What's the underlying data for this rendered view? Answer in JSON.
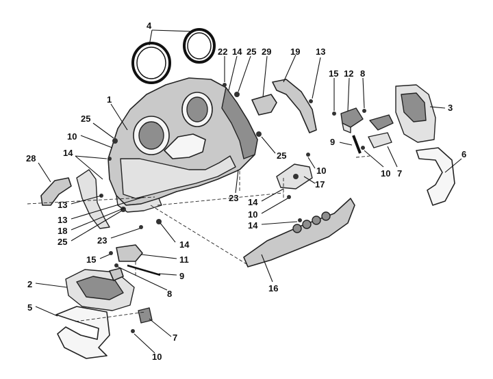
{
  "callouts": [
    {
      "id": "c4",
      "text": "4"
    },
    {
      "id": "c22",
      "text": "22"
    },
    {
      "id": "c14a",
      "text": "14"
    },
    {
      "id": "c25a",
      "text": "25"
    },
    {
      "id": "c29",
      "text": "29"
    },
    {
      "id": "c19",
      "text": "19"
    },
    {
      "id": "c13a",
      "text": "13"
    },
    {
      "id": "c15a",
      "text": "15"
    },
    {
      "id": "c12",
      "text": "12"
    },
    {
      "id": "c8a",
      "text": "8"
    },
    {
      "id": "c3",
      "text": "3"
    },
    {
      "id": "c1",
      "text": "1"
    },
    {
      "id": "c25b",
      "text": "25"
    },
    {
      "id": "c10a",
      "text": "10"
    },
    {
      "id": "c9a",
      "text": "9"
    },
    {
      "id": "c14b",
      "text": "14"
    },
    {
      "id": "c28",
      "text": "28"
    },
    {
      "id": "c25c",
      "text": "25"
    },
    {
      "id": "c10b",
      "text": "10"
    },
    {
      "id": "c10c",
      "text": "10"
    },
    {
      "id": "c7a",
      "text": "7"
    },
    {
      "id": "c6",
      "text": "6"
    },
    {
      "id": "c17",
      "text": "17"
    },
    {
      "id": "c23a",
      "text": "23"
    },
    {
      "id": "c14c",
      "text": "14"
    },
    {
      "id": "c10d",
      "text": "10"
    },
    {
      "id": "c13b",
      "text": "13"
    },
    {
      "id": "c13c",
      "text": "13"
    },
    {
      "id": "c18",
      "text": "18"
    },
    {
      "id": "c14d",
      "text": "14"
    },
    {
      "id": "c25d",
      "text": "25"
    },
    {
      "id": "c23b",
      "text": "23"
    },
    {
      "id": "c14e",
      "text": "14"
    },
    {
      "id": "c15b",
      "text": "15"
    },
    {
      "id": "c11",
      "text": "11"
    },
    {
      "id": "c9b",
      "text": "9"
    },
    {
      "id": "c16",
      "text": "16"
    },
    {
      "id": "c2",
      "text": "2"
    },
    {
      "id": "c8b",
      "text": "8"
    },
    {
      "id": "c5",
      "text": "5"
    },
    {
      "id": "c7b",
      "text": "7"
    },
    {
      "id": "c10e",
      "text": "10"
    }
  ]
}
